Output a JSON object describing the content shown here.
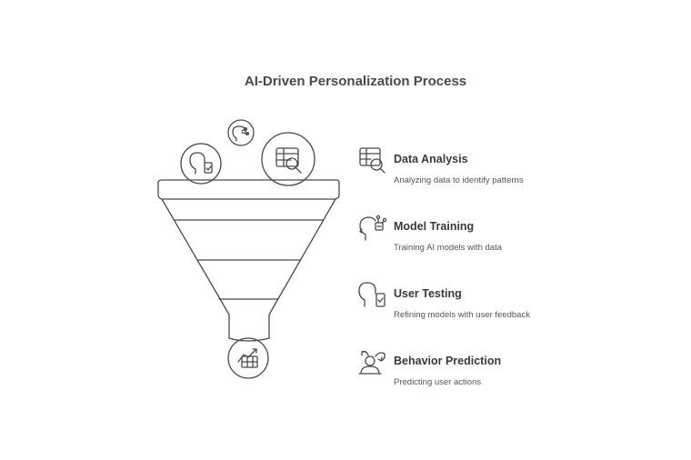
{
  "title": "AI-Driven Personalization Process",
  "icons": {
    "funnel_inputs": [
      "user-testing-icon",
      "model-training-icon",
      "data-analysis-icon"
    ],
    "funnel_output": "behavior-prediction-icon"
  },
  "steps": [
    {
      "title": "Data Analysis",
      "description": "Analyzing data to identify patterns",
      "icon": "data-analysis-icon"
    },
    {
      "title": "Model Training",
      "description": "Training AI models with data",
      "icon": "model-training-icon"
    },
    {
      "title": "User Testing",
      "description": "Refining models with user feedback",
      "icon": "user-testing-icon"
    },
    {
      "title": "Behavior Prediction",
      "description": "Predicting user actions",
      "icon": "behavior-prediction-icon"
    }
  ],
  "colors": {
    "stroke": "#4a4a4a",
    "text": "#3a3a3a",
    "muted": "#555555"
  }
}
